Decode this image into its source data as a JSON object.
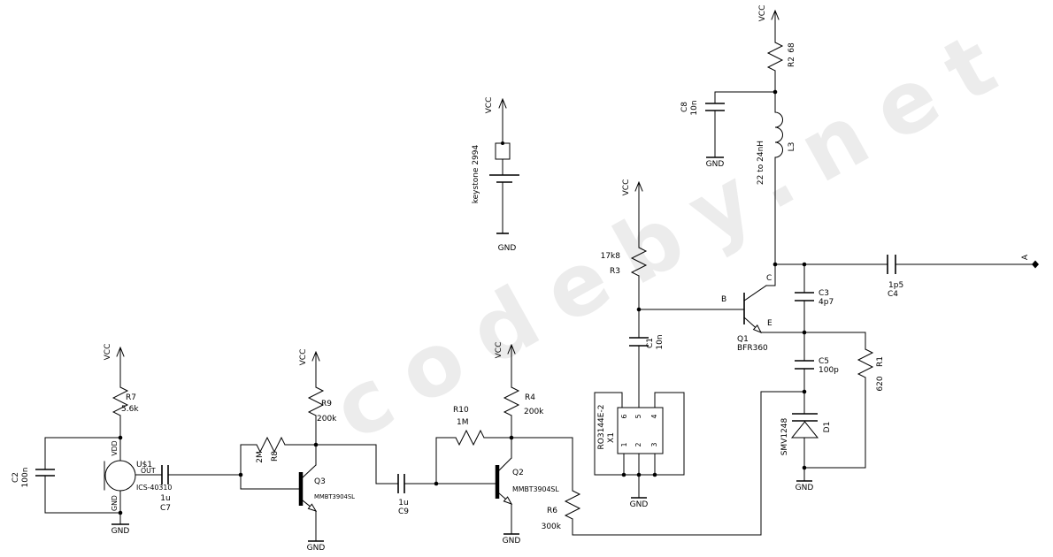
{
  "watermark": "codeby.net",
  "power": {
    "vcc": "VCC",
    "gnd": "GND"
  },
  "output": {
    "pin": "A"
  },
  "battery": {
    "part": "keystone 2994"
  },
  "components": {
    "U1": {
      "name": "U$1",
      "value": "ICS-40310",
      "pins": {
        "vdd": "VDD",
        "out": "OUT",
        "gnd": "GND"
      }
    },
    "R7": {
      "name": "R7",
      "value": "5.6k"
    },
    "C2": {
      "name": "C2",
      "value": "100n"
    },
    "C7": {
      "name": "C7",
      "value": "1u"
    },
    "Q3": {
      "name": "Q3",
      "value": "MMBT3904SL"
    },
    "R9": {
      "name": "R9",
      "value": "200k"
    },
    "R8": {
      "name": "R8",
      "value": "2M"
    },
    "C9": {
      "name": "C9",
      "value": "1u"
    },
    "Q2": {
      "name": "Q2",
      "value": "MMBT3904SL"
    },
    "R10": {
      "name": "R10",
      "value": "1M"
    },
    "R4": {
      "name": "R4",
      "value": "200k"
    },
    "R6": {
      "name": "R6",
      "value": "300k"
    },
    "R3": {
      "name": "R3",
      "value": "17k8"
    },
    "C1": {
      "name": "C1",
      "value": "10n"
    },
    "X1": {
      "name": "X1",
      "value": "RO3144E-2",
      "pins": [
        "1",
        "2",
        "3",
        "4",
        "5",
        "6"
      ]
    },
    "Q1": {
      "name": "Q1",
      "value": "BFR360",
      "terminals": {
        "b": "B",
        "c": "C",
        "e": "E"
      }
    },
    "R2": {
      "name": "R2",
      "value": "68"
    },
    "C8": {
      "name": "C8",
      "value": "10n"
    },
    "L3": {
      "name": "L3",
      "value": "22 to 24nH"
    },
    "C3": {
      "name": "C3",
      "value": "4p7"
    },
    "C5": {
      "name": "C5",
      "value": "100p"
    },
    "C4": {
      "name": "C4",
      "value": "1p5"
    },
    "R1": {
      "name": "R1",
      "value": "620"
    },
    "D1": {
      "name": "D1",
      "value": "SMV1248"
    }
  }
}
